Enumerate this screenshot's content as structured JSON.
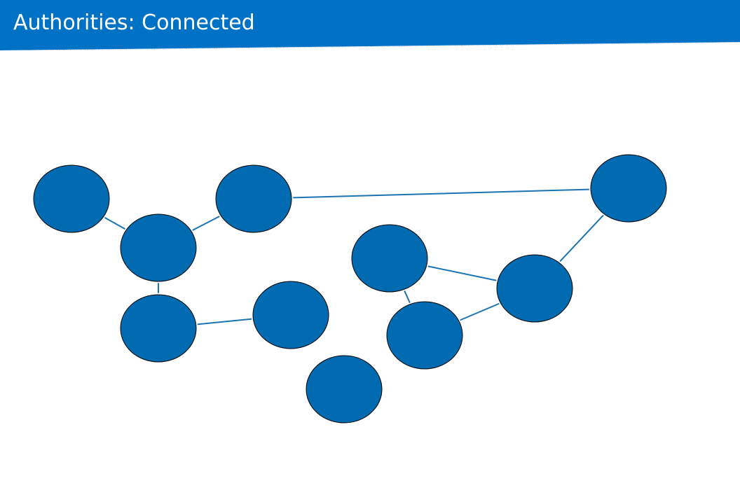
{
  "slide": {
    "title": "Authorities: Connected"
  },
  "colors": {
    "header_blue": "#0072c6",
    "node_fill": "#006bb0",
    "node_stroke": "#000000",
    "edge": "#1a74b4"
  },
  "diagram": {
    "nodes": [
      {
        "id": "n1"
      },
      {
        "id": "n2"
      },
      {
        "id": "n3"
      },
      {
        "id": "n4"
      },
      {
        "id": "n5"
      },
      {
        "id": "n6"
      },
      {
        "id": "n7"
      },
      {
        "id": "n8"
      },
      {
        "id": "n9"
      },
      {
        "id": "n10"
      },
      {
        "id": "n11"
      }
    ],
    "edges": [
      {
        "from": "n1",
        "to": "n2"
      },
      {
        "from": "n2",
        "to": "n3"
      },
      {
        "from": "n3",
        "to": "n4"
      },
      {
        "from": "n2",
        "to": "n5"
      },
      {
        "from": "n5",
        "to": "n6"
      },
      {
        "from": "n7",
        "to": "n8"
      },
      {
        "from": "n7",
        "to": "n9"
      },
      {
        "from": "n9",
        "to": "n8"
      },
      {
        "from": "n8",
        "to": "n4"
      }
    ]
  }
}
